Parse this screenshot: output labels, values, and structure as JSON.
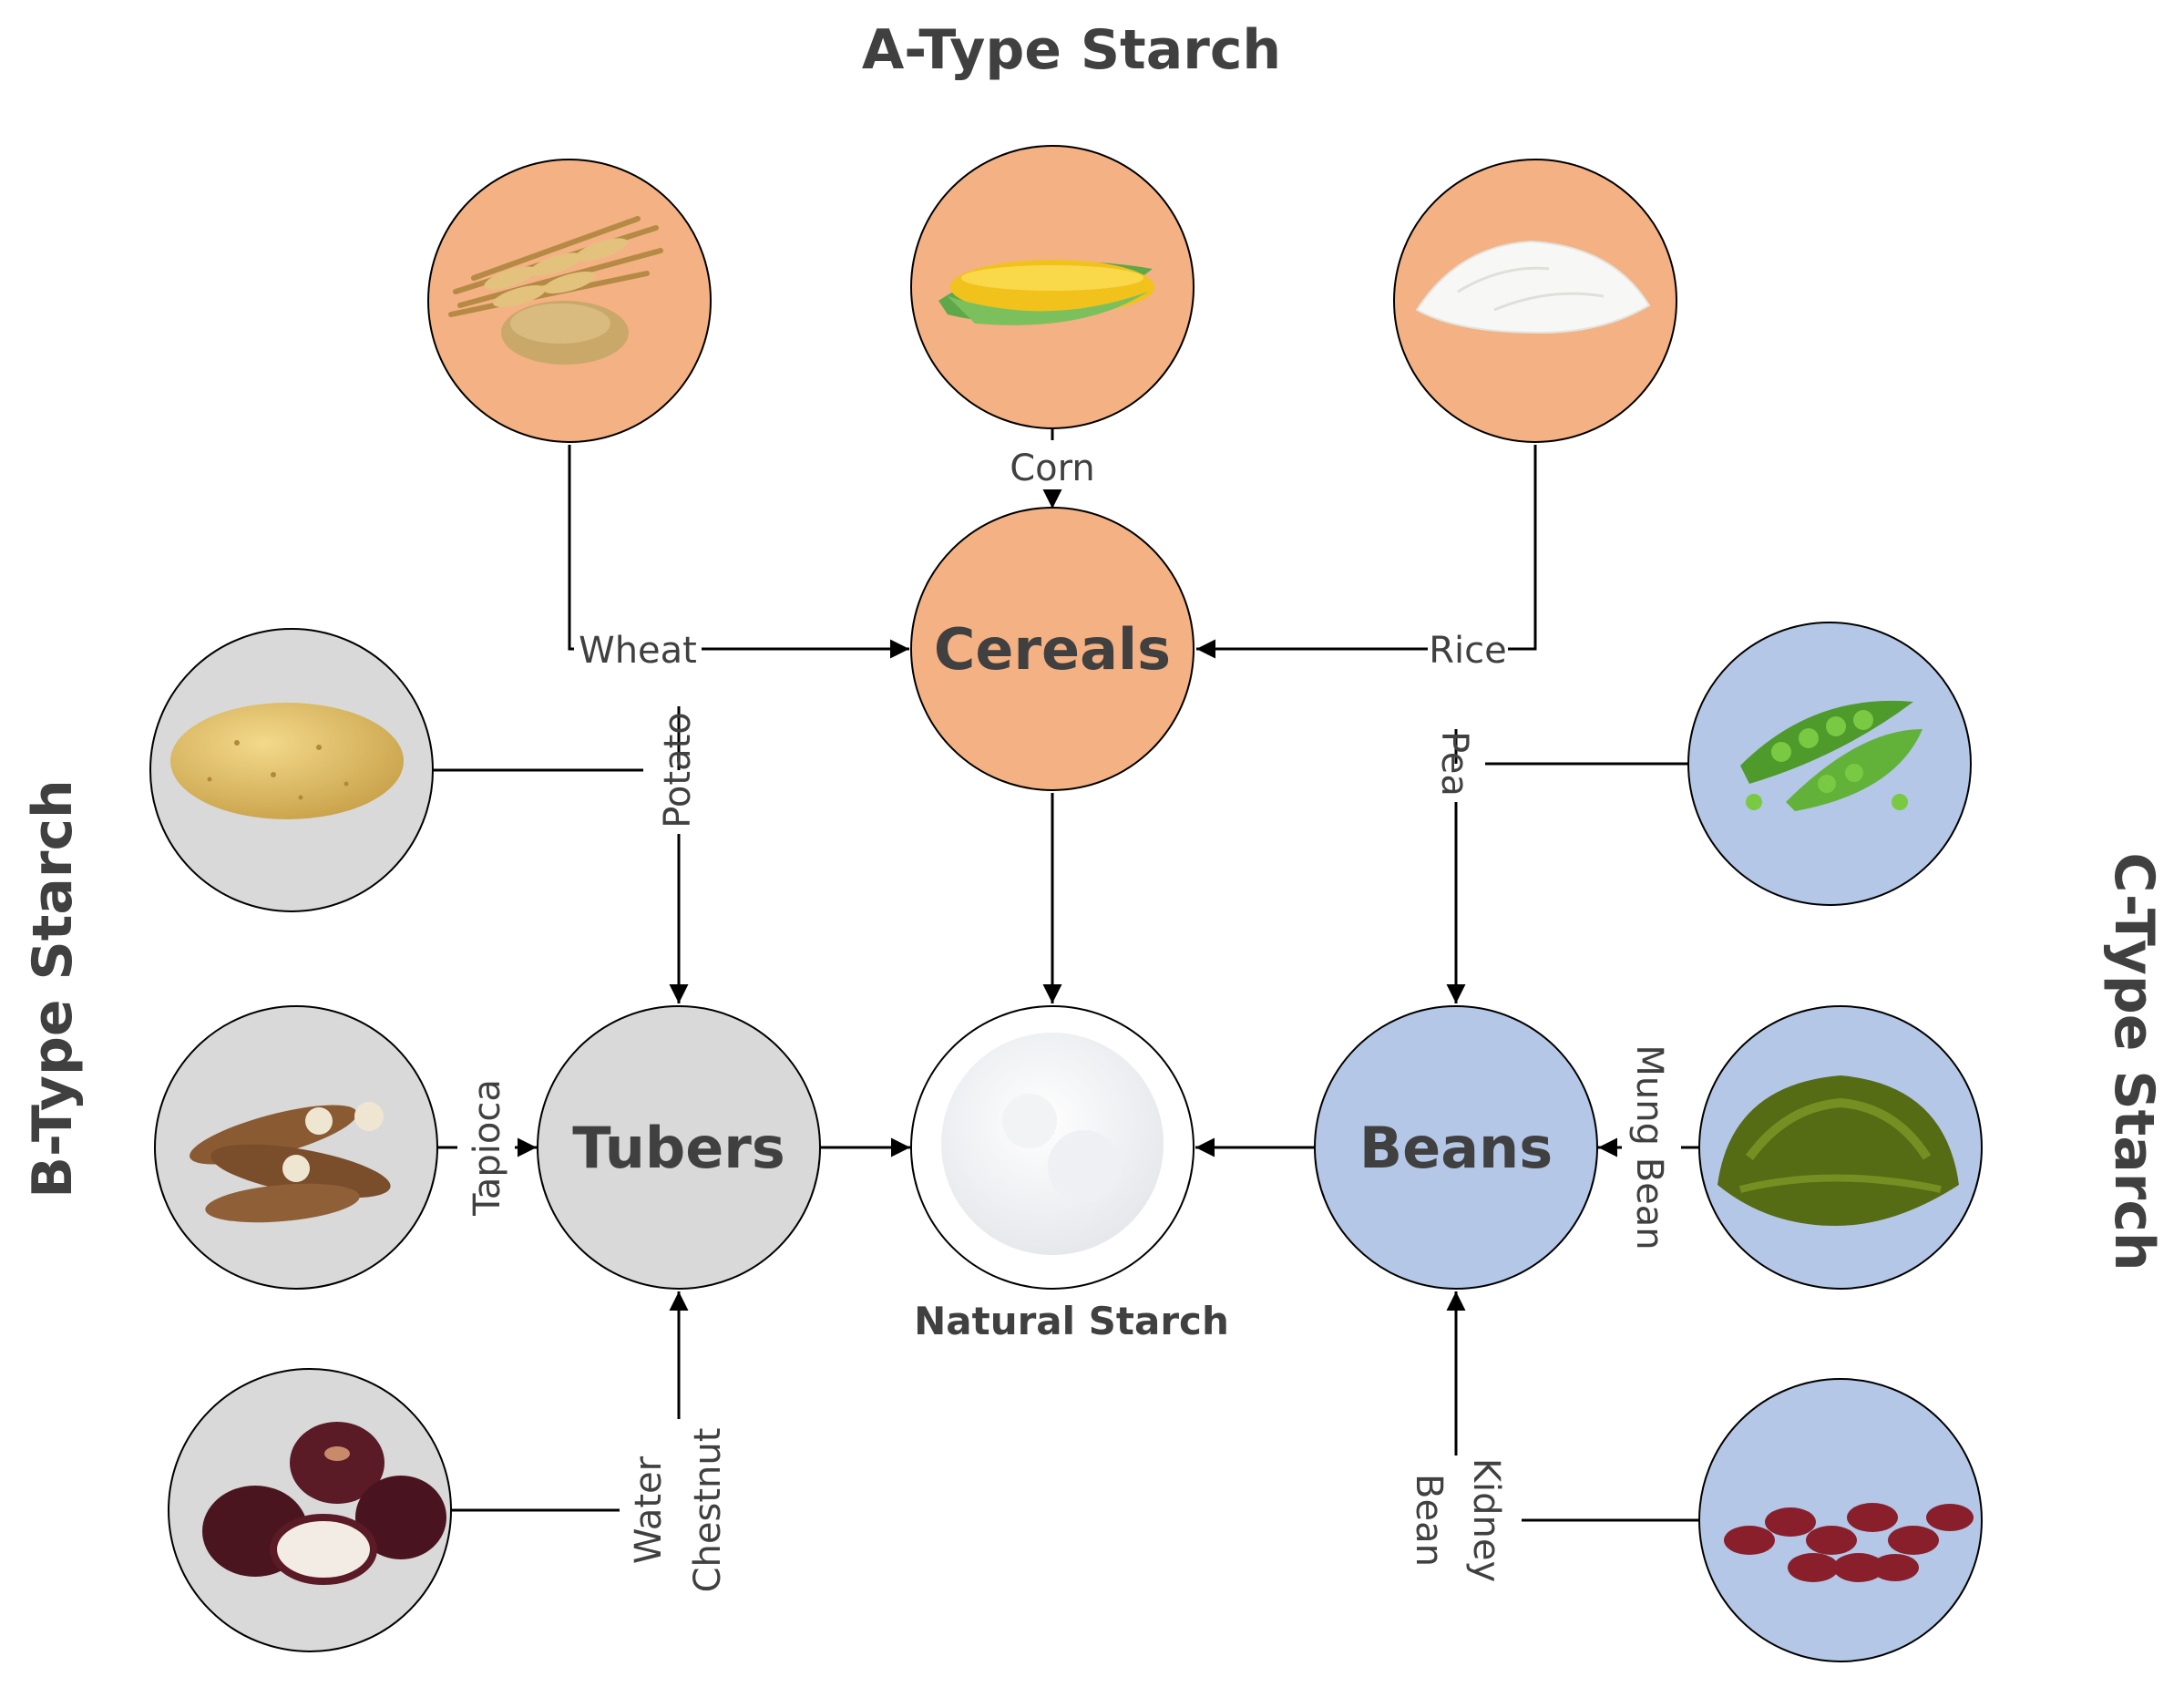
{
  "headers": {
    "a_type": "A-Type Starch",
    "b_type": "B-Type Starch",
    "c_type": "C-Type Starch"
  },
  "hubs": {
    "cereals": "Cereals",
    "tubers": "Tubers",
    "beans": "Beans",
    "center_caption": "Natural Starch"
  },
  "sources": {
    "wheat": "Wheat",
    "corn": "Corn",
    "rice": "Rice",
    "potato": "Potato",
    "tapioca": "Tapioca",
    "water_chestnut_1": "Water",
    "water_chestnut_2": "Chestnut",
    "pea": "Pea",
    "mung_bean": "Mung Bean",
    "kidney_bean_1": "Kidney",
    "kidney_bean_2": "Bean"
  },
  "colors": {
    "a_type": "#f4b183",
    "b_type": "#d9d9d9",
    "c_type": "#b4c7e7",
    "center": "#ffffff",
    "text": "#404040"
  },
  "icons": {
    "wheat": "wheat-grain-icon",
    "corn": "corn-cob-icon",
    "rice": "rice-pile-icon",
    "potato": "potato-icon",
    "tapioca": "cassava-root-icon",
    "water_chestnut": "water-chestnut-icon",
    "pea": "pea-pod-icon",
    "mung_bean": "mung-bean-pile-icon",
    "kidney_bean": "kidney-bean-icon",
    "starch": "starch-powder-icon"
  }
}
